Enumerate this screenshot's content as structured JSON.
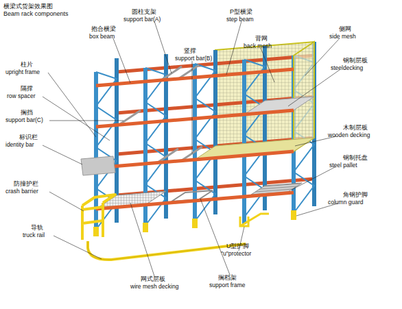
{
  "diagram": {
    "title": "横梁式货架效果图 Beam rack components",
    "labels": [
      "圆柱支架",
      "support bar(A)",
      "P型横梁",
      "step beam",
      "抱合横梁",
      "box beam",
      "背网",
      "back mesh",
      "侧网",
      "side mesh",
      "竖撑",
      "support bar(B)",
      "柱片",
      "upright frame",
      "钢制层板",
      "steeldecking",
      "隔撑",
      "row spacer",
      "搁挡",
      "support bar(C)",
      "标识栏",
      "identity bar",
      "木制层板",
      "wooden decking",
      "钢制托盘",
      "steel pallet",
      "防撞护栏",
      "crash barrier",
      "角钢护脚",
      "column guard",
      "导轨",
      "truck rail",
      "U型护脚",
      "\"u\"protector",
      "网式层板",
      "wire mesh decking",
      "搁档架",
      "support frame"
    ]
  }
}
